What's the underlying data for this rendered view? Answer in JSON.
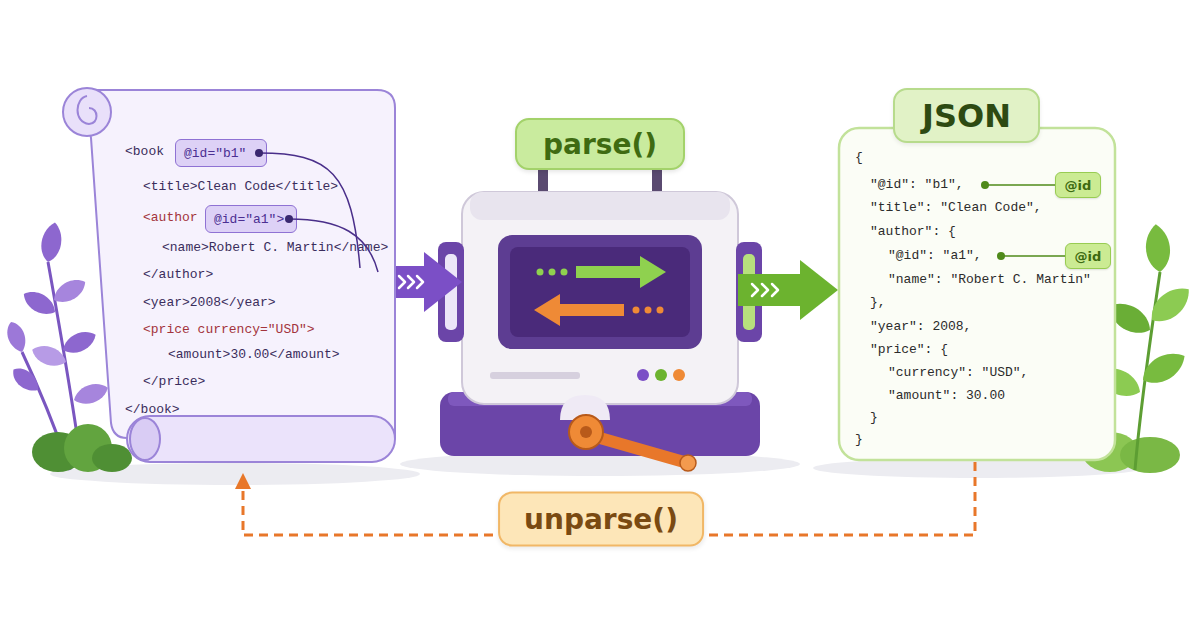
{
  "diagram": {
    "nodes": [
      {
        "text": [
          "<book",
          "<title>Clean Code</title>",
          "<author",
          "<name>Robert C. Martin</name>",
          "</author>",
          "<year>2008</year>",
          "<price currency=\"USD\">",
          "<amount>30.00</amount>",
          "</price>",
          "</book>"
        ]
      },
      {
        "text": [
          "@id=\"b1\""
        ],
        "in": 0
      },
      {
        "text": [
          "@id=\"a1\">"
        ],
        "in": 0
      },
      {
        "text": [
          "parse()"
        ]
      },
      {
        "text": [
          "JSON",
          "{",
          "\"@id\": \"b1\",",
          "\"title\": \"Clean Code\",",
          "\"author\": {",
          "\"@id\": \"a1\",",
          "\"name\": \"Robert C. Martin\"",
          "},",
          "\"year\": 2008,",
          "\"price\": {",
          "\"currency\": \"USD\",",
          "\"amount\": 30.00",
          "}",
          "}"
        ]
      },
      {
        "text": [
          "@id"
        ],
        "in": 4
      },
      {
        "text": [
          "@id"
        ],
        "in": 4
      }
    ],
    "edges": [
      {
        "from": 0,
        "to": 3,
        "arrow": "to"
      },
      {
        "from": 3,
        "to": 4,
        "arrow": "to"
      },
      {
        "from": 4,
        "to": 0,
        "label": "unparse()",
        "arrow": "to"
      }
    ]
  }
}
